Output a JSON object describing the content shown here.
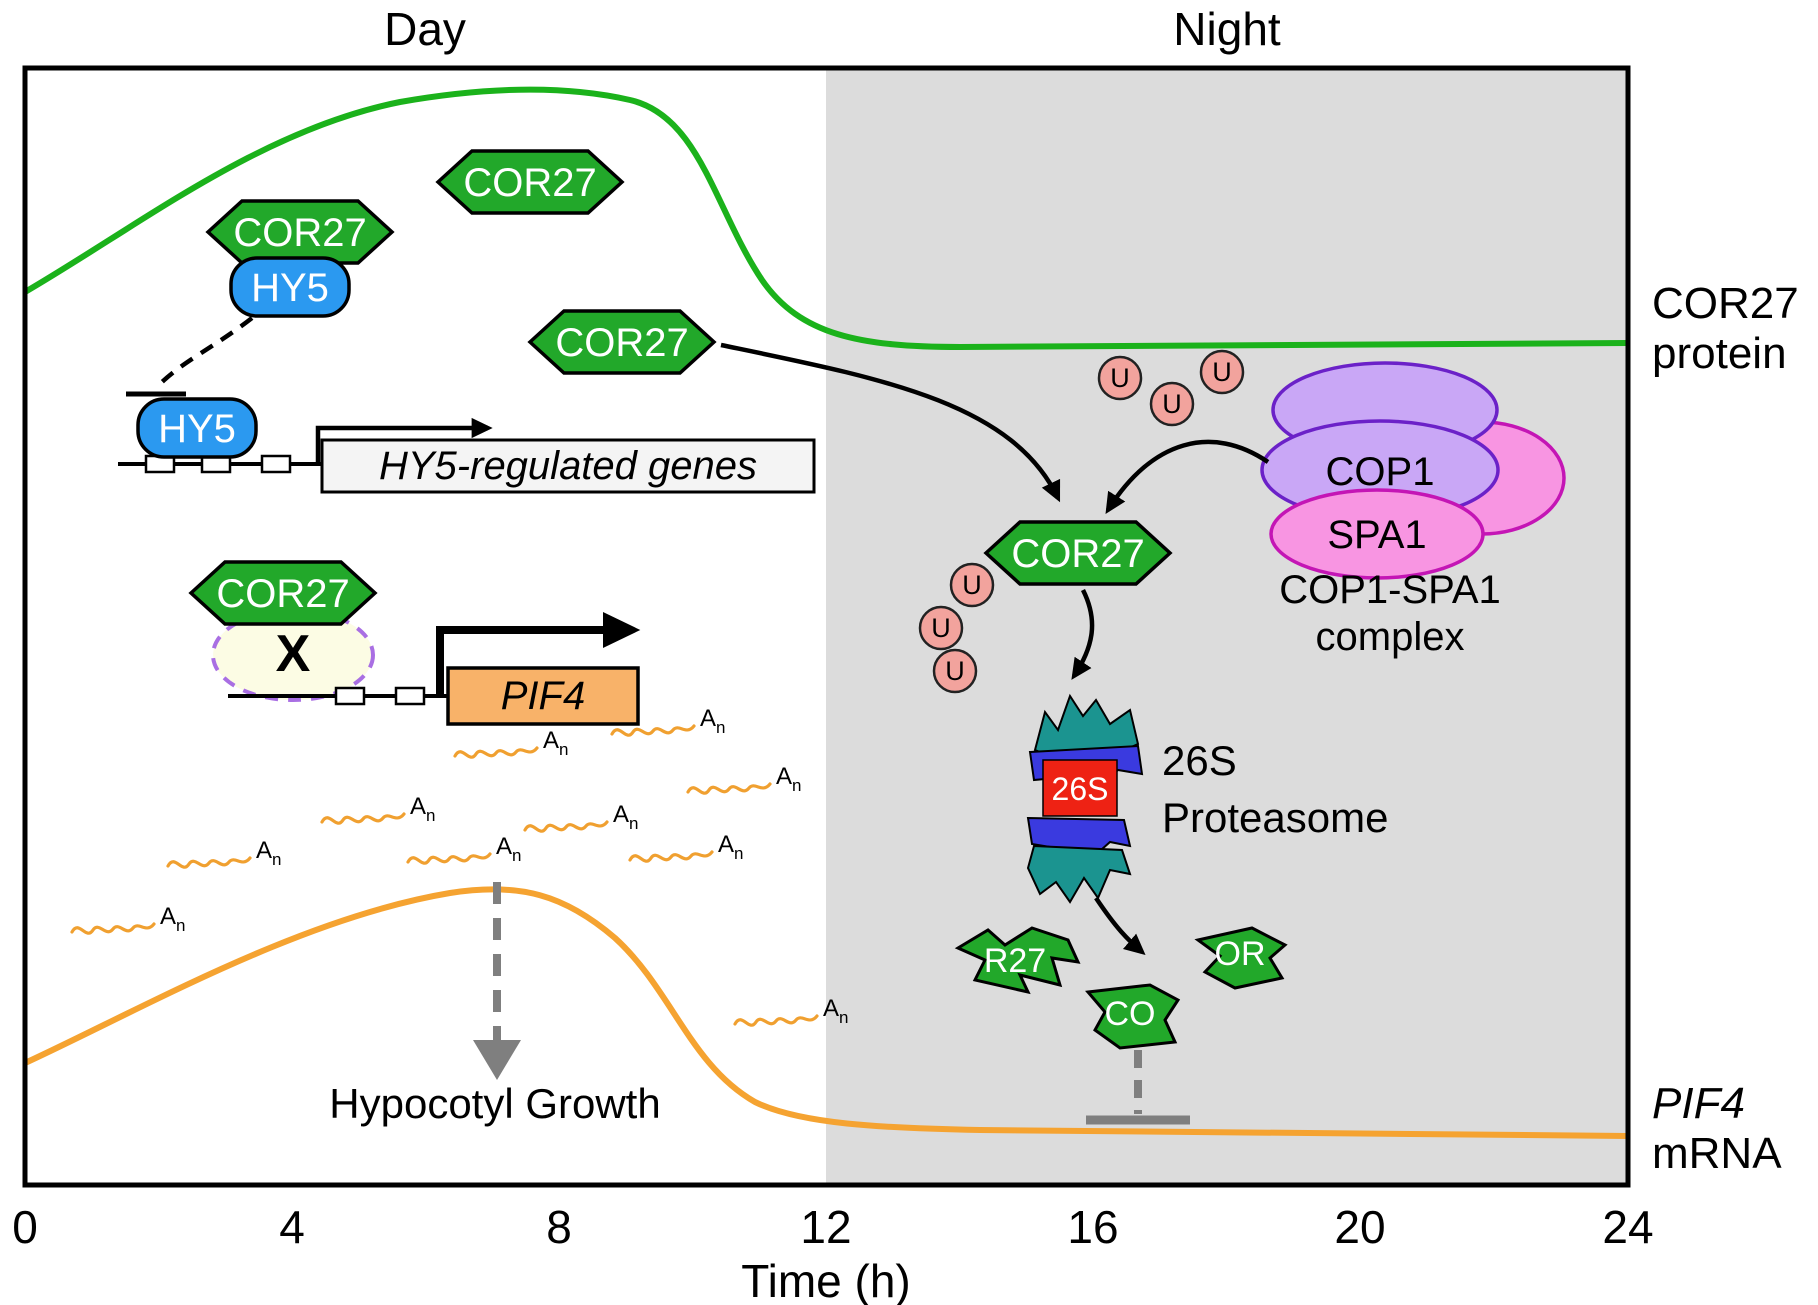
{
  "header": {
    "day": "Day",
    "night": "Night"
  },
  "axis": {
    "ticks": [
      "0",
      "4",
      "8",
      "12",
      "16",
      "20",
      "24"
    ],
    "xlabel": "Time (h)"
  },
  "right_labels": {
    "cor27_1": "COR27",
    "cor27_2": "protein",
    "pif4_1": "PIF4",
    "pif4_2": "mRNA"
  },
  "labels": {
    "cor27": "COR27",
    "hy5": "HY5",
    "hy5_genes": "HY5-regulated genes",
    "x_block": "X",
    "pif4": "PIF4",
    "an_a": "A",
    "an_n": "n",
    "hypocotyl": "Hypocotyl Growth",
    "ubiquitin": "U",
    "cop1": "COP1",
    "spa1": "SPA1",
    "complex_1": "COP1-SPA1",
    "complex_2": "complex",
    "proteasome_core": "26S",
    "proteasome_1": "26S",
    "proteasome_2": "Proteasome",
    "fragment_1": "R27",
    "fragment_2": "CO",
    "fragment_3": "OR"
  },
  "curves": {
    "green_curve": "COR27 protein level",
    "orange_curve": "PIF4 mRNA level"
  },
  "colors": {
    "cor27_green": "#22A82A",
    "curve_green": "#1BB21B",
    "curve_orange": "#F5A331",
    "hy5_blue": "#2B99F0",
    "night_gray": "#DCDCDC",
    "pif4_box_orange": "#F8B269",
    "cop1_purple": "#C9A7F6",
    "spa1_pink": "#F895E2",
    "ubiquitin_pink": "#F2A39D",
    "proteasome_red": "#EE2214",
    "proteasome_teal": "#1B9490",
    "proteasome_blue": "#3A3ADF",
    "inhibit_gray": "#7F7F7F"
  }
}
